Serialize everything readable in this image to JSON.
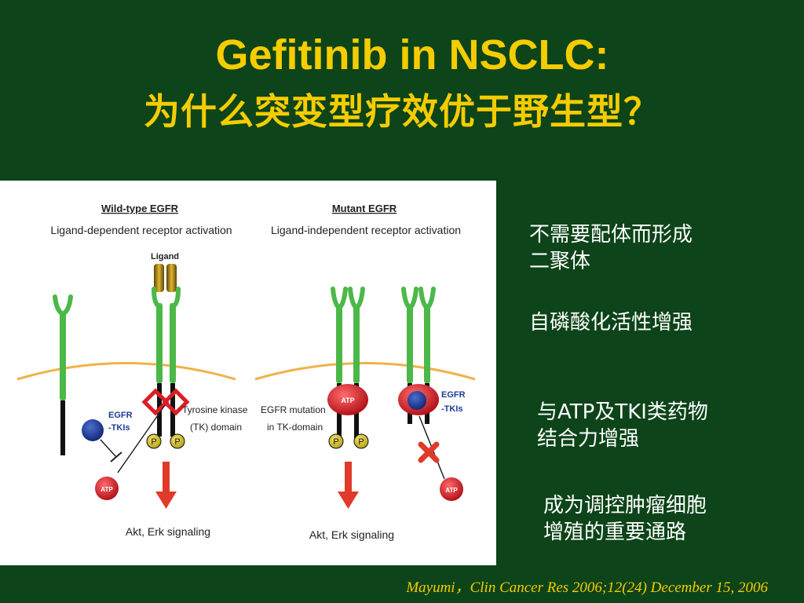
{
  "title": {
    "line1": "Gefitinib in NSCLC:",
    "line2": "为什么突变型疗效优于野生型？"
  },
  "figure": {
    "wild": {
      "heading": "Wild-type EGFR",
      "subheading": "Ligand-dependent receptor activation",
      "ligand_label": "Ligand",
      "egfr_tki_line1": "EGFR",
      "egfr_tki_line2": "-TKIs",
      "tk_label_line1": "Tyrosine kinase",
      "tk_label_line2": "(TK) domain",
      "phospho": "P",
      "atp": "ATP",
      "signal": "Akt, Erk signaling"
    },
    "mutant": {
      "heading": "Mutant EGFR",
      "subheading": "Ligand-independent receptor activation",
      "mutation_label_line1": "EGFR mutation",
      "mutation_label_line2": "in TK-domain",
      "egfr_tki_line1": "EGFR",
      "egfr_tki_line2": "-TKIs",
      "phospho": "P",
      "atp": "ATP",
      "signal": "Akt, Erk signaling"
    },
    "colors": {
      "receptor": "#4cb848",
      "membrane": "#f0b24a",
      "atp": "#d91f26",
      "tki": "#1e3c96",
      "phospho": "#dcc930",
      "arrow": "#e03a2a",
      "ligand": "#c8a21a"
    }
  },
  "notes": [
    {
      "lines": [
        "不需要配体而形成",
        "二聚体"
      ]
    },
    {
      "lines": [
        "自磷酸化活性增强"
      ]
    },
    {
      "lines": [
        "与ATP及TKI类药物",
        "结合力增强"
      ]
    },
    {
      "lines": [
        "成为调控肿瘤细胞",
        "增殖的重要通路"
      ]
    }
  ],
  "citation": "Mayumi，Clin Cancer Res 2006;12(24) December 15, 2006"
}
